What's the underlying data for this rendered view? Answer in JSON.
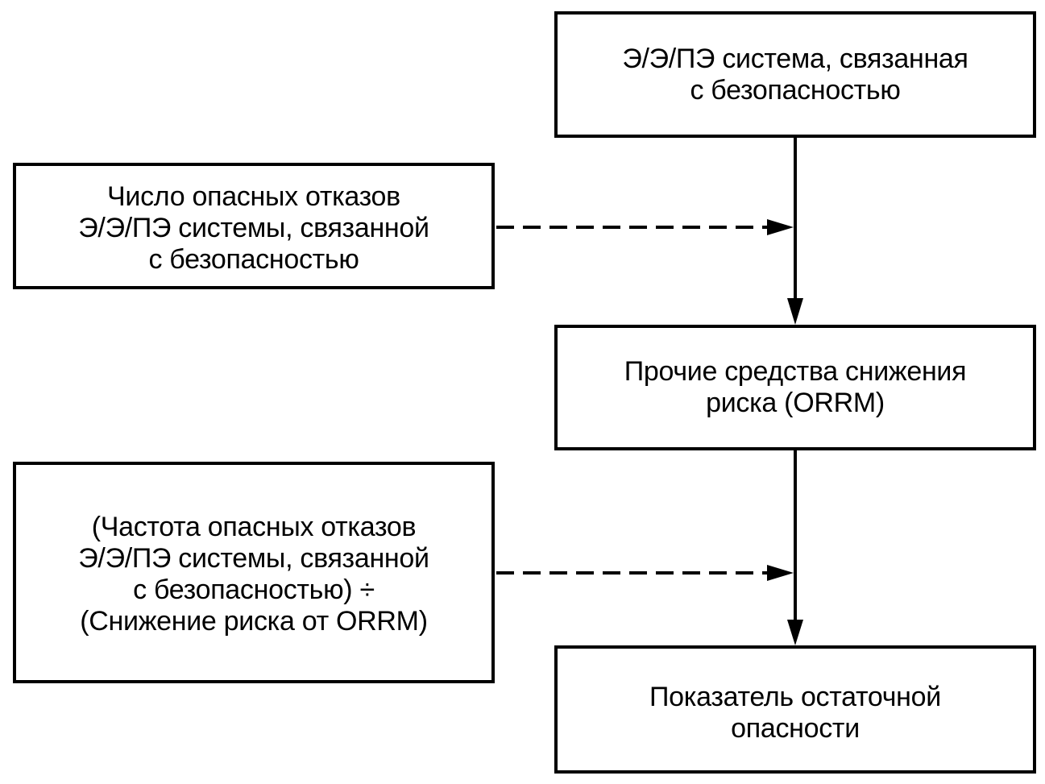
{
  "diagram": {
    "nodes": {
      "system": "Э/Э/ПЭ система, связанная\nс безопасностью",
      "dangerous_failures": "Число опасных отказов\nЭ/Э/ПЭ системы, связанной\nс безопасностью",
      "orrm": "Прочие средства снижения\nриска (ORRM)",
      "failure_frequency": "(Частота опасных отказов\nЭ/Э/ПЭ системы, связанной\nс безопасностью) ÷\n(Снижение риска от ORRM)",
      "residual_hazard": "Показатель остаточной\nопасности"
    },
    "connectors": [
      {
        "from": "system",
        "to": "orrm",
        "style": "solid"
      },
      {
        "from": "dangerous_failures",
        "to": "system-orrm-link",
        "style": "dashed"
      },
      {
        "from": "orrm",
        "to": "residual_hazard",
        "style": "solid"
      },
      {
        "from": "failure_frequency",
        "to": "orrm-residual-link",
        "style": "dashed"
      }
    ]
  },
  "colors": {
    "stroke": "#000000",
    "background": "#ffffff"
  }
}
